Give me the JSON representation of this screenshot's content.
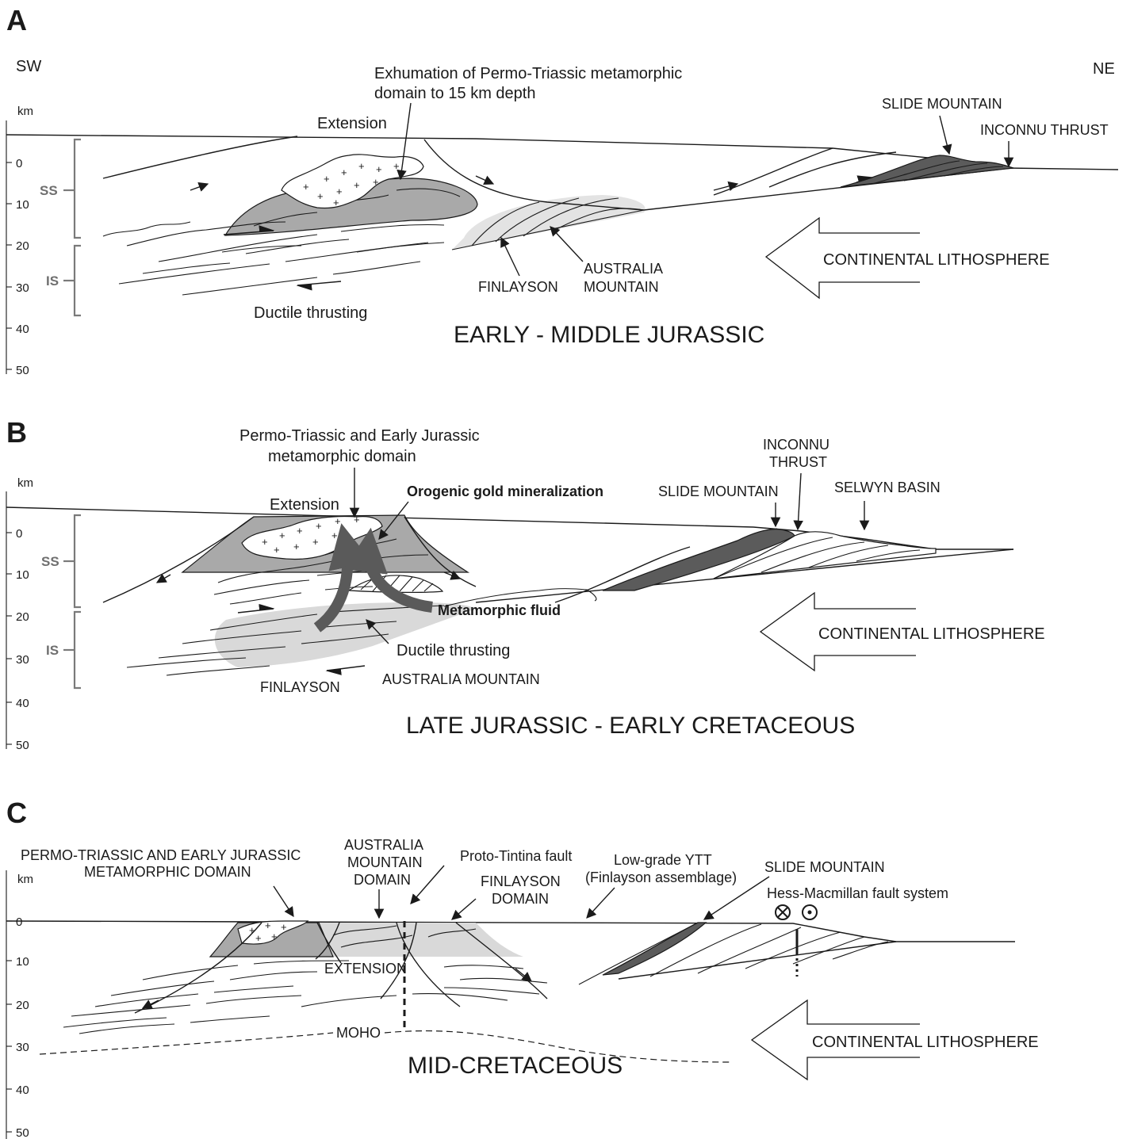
{
  "panels": [
    {
      "letter": "A",
      "sw": "SW",
      "ne": "NE",
      "km": "km",
      "ticks": [
        "0",
        "10",
        "20",
        "30",
        "40",
        "50"
      ],
      "ss": "SS",
      "is": "IS",
      "title": "EARLY - MIDDLE JURASSIC",
      "labels": {
        "exhumation_1": "Exhumation of Permo-Triassic metamorphic",
        "exhumation_2": "domain to 15 km depth",
        "extension": "Extension",
        "slide_mountain": "SLIDE MOUNTAIN",
        "inconnu_thrust": "INCONNU THRUST",
        "finlayson": "FINLAYSON",
        "australia_1": "AUSTRALIA",
        "australia_2": "MOUNTAIN",
        "ductile": "Ductile thrusting",
        "continental": "CONTINENTAL LITHOSPHERE"
      }
    },
    {
      "letter": "B",
      "km": "km",
      "ticks": [
        "0",
        "10",
        "20",
        "30",
        "40",
        "50"
      ],
      "ss": "SS",
      "is": "IS",
      "title": "LATE JURASSIC - EARLY CRETACEOUS",
      "labels": {
        "domain_1": "Permo-Triassic and Early Jurassic",
        "domain_2": "metamorphic domain",
        "extension": "Extension",
        "gold": "Orogenic gold mineralization",
        "slide_mountain": "SLIDE MOUNTAIN",
        "inconnu_1": "INCONNU",
        "inconnu_2": "THRUST",
        "selwyn": "SELWYN BASIN",
        "fluid": "Metamorphic fluid",
        "ductile": "Ductile thrusting",
        "finlayson": "FINLAYSON",
        "australia": "AUSTRALIA MOUNTAIN",
        "continental": "CONTINENTAL LITHOSPHERE"
      }
    },
    {
      "letter": "C",
      "km": "km",
      "ticks": [
        "0",
        "10",
        "20",
        "30",
        "40",
        "50"
      ],
      "title": "MID-CRETACEOUS",
      "labels": {
        "domain_1": "PERMO-TRIASSIC AND EARLY JURASSIC",
        "domain_2": "METAMORPHIC DOMAIN",
        "australia_1": "AUSTRALIA",
        "australia_2": "MOUNTAIN",
        "australia_3": "DOMAIN",
        "proto_tintina": "Proto-Tintina fault",
        "finlayson_1": "FINLAYSON",
        "finlayson_2": "DOMAIN",
        "ytt_1": "Low-grade YTT",
        "ytt_2": "(Finlayson assemblage)",
        "slide_mountain": "SLIDE MOUNTAIN",
        "hess": "Hess-Macmillan fault system",
        "extension": "EXTENSION",
        "moho": "MOHO",
        "continental": "CONTINENTAL LITHOSPHERE"
      }
    }
  ]
}
